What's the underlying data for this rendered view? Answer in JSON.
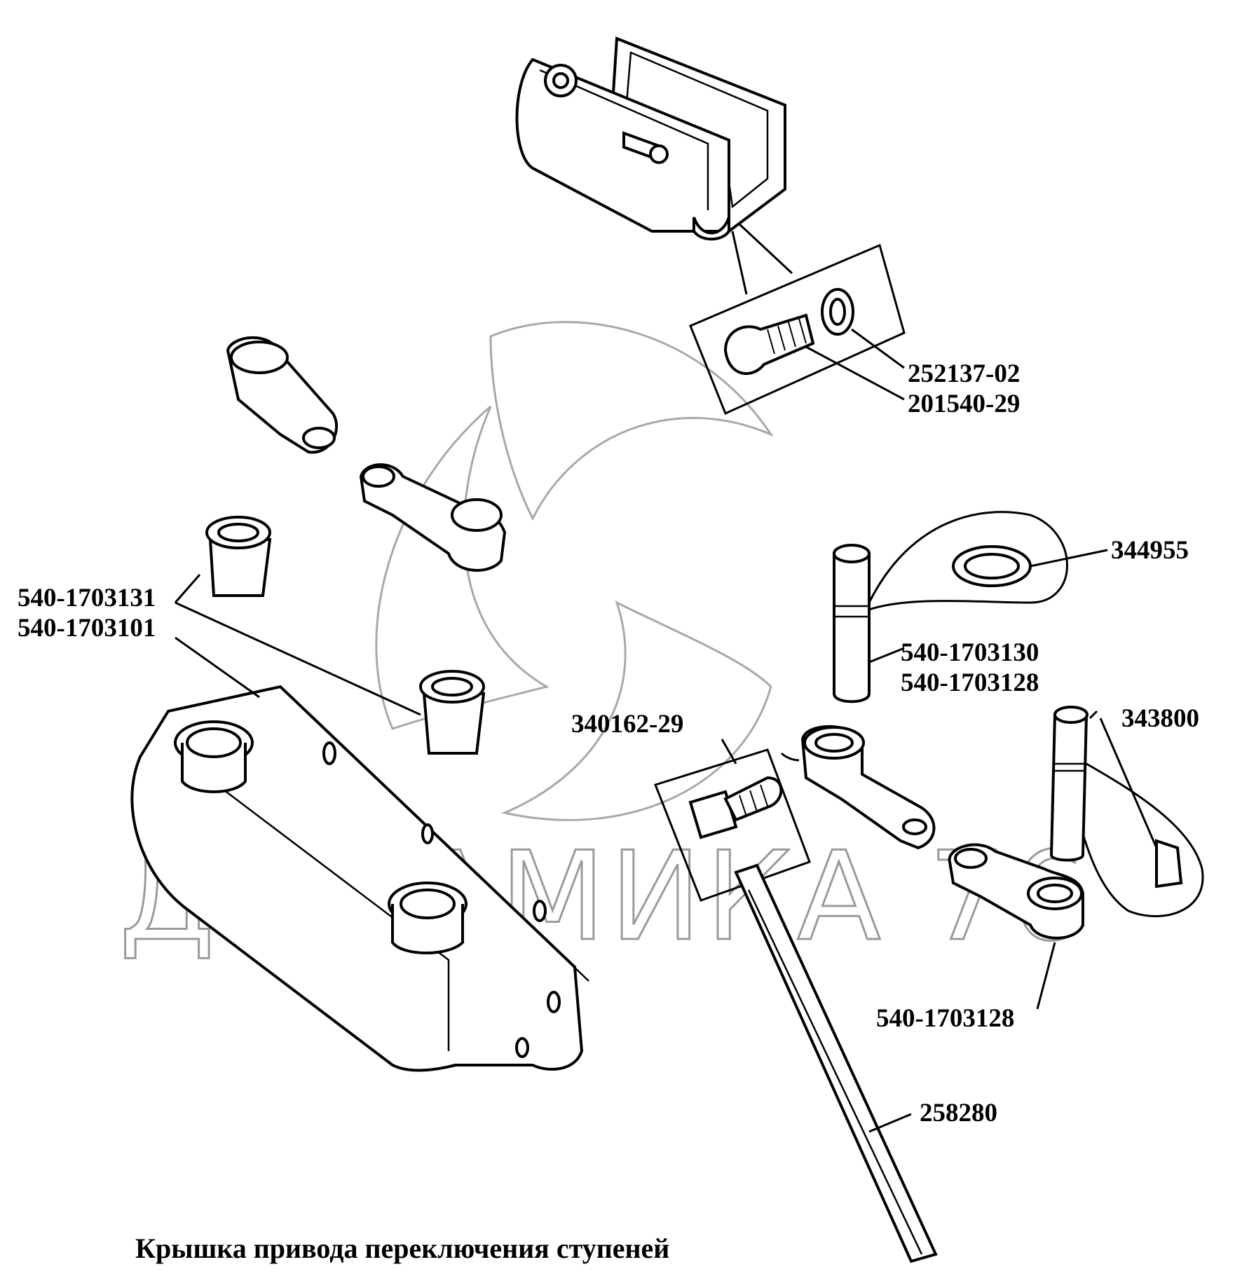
{
  "caption": "Крышка привода переключения ступеней",
  "watermark": "ДИНАМИКА 76",
  "labels": {
    "p252137": "252137-02",
    "p201540": "201540-29",
    "p344955": "344955",
    "p540_1703131": "540-1703131",
    "p540_1703101": "540-1703101",
    "p540_1703130": "540-1703130",
    "p540_1703128_upper": "540-1703128",
    "p340162": "340162-29",
    "p343800": "343800",
    "p540_1703128_lower": "540-1703128",
    "p258280": "258280"
  }
}
